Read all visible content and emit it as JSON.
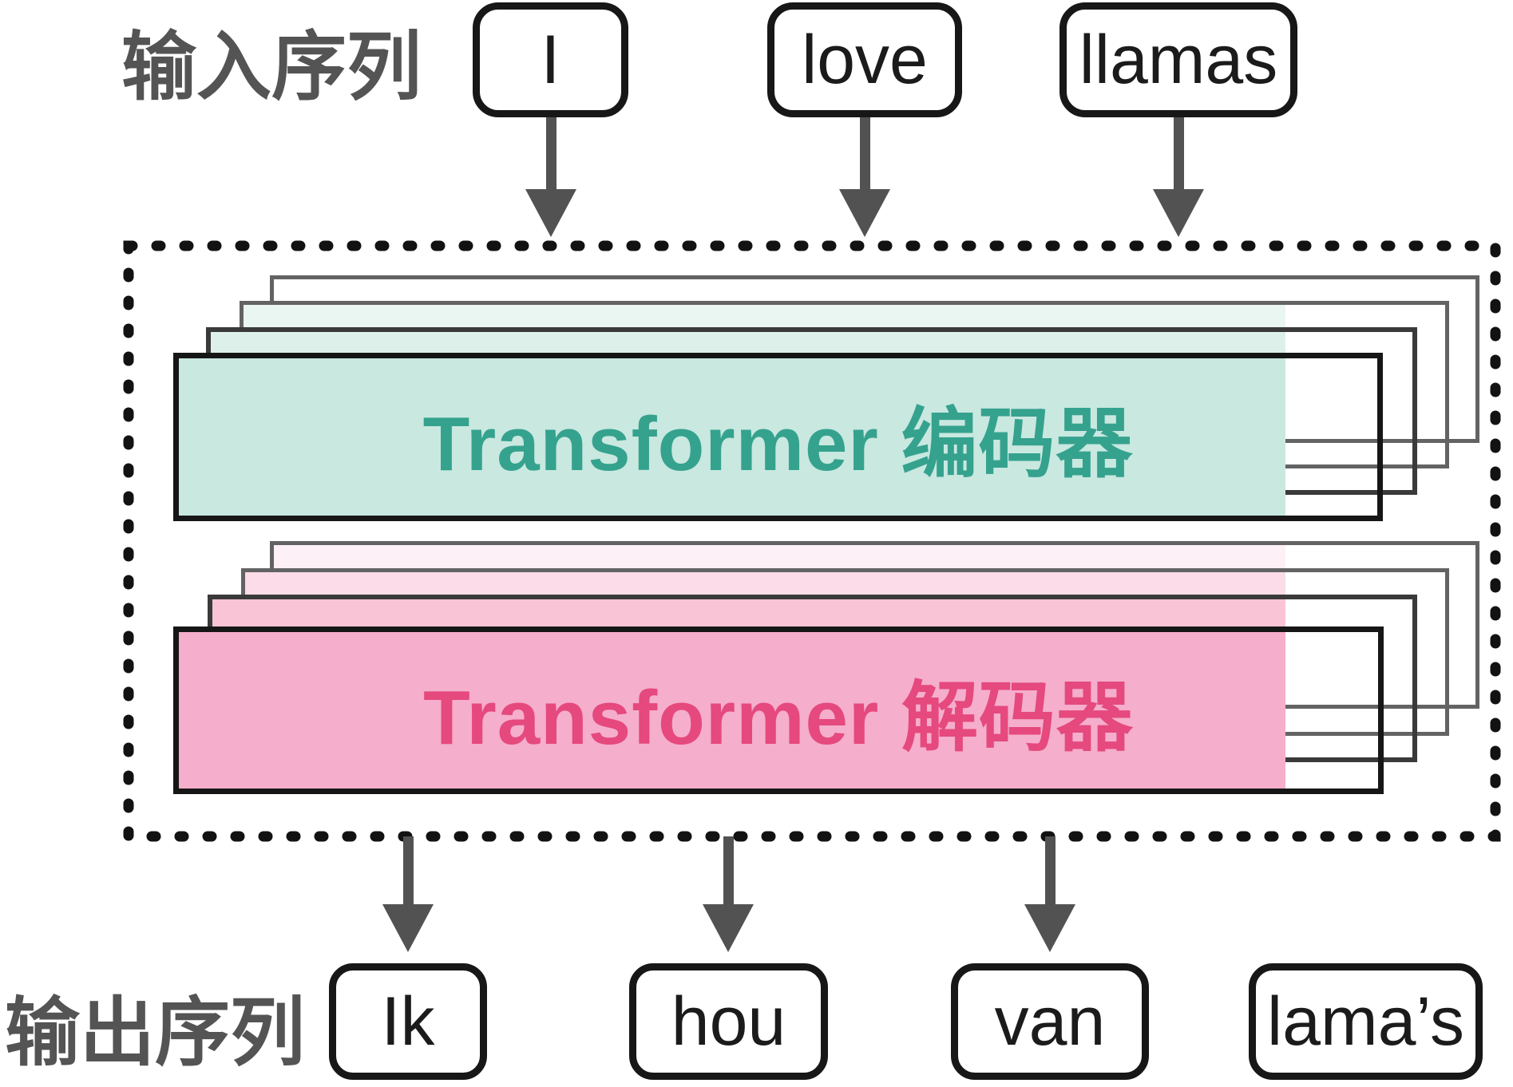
{
  "diagram": {
    "input_label": "输入序列",
    "output_label": "输出序列",
    "input_tokens": [
      "I",
      "love",
      "llamas"
    ],
    "output_tokens": [
      "Ik",
      "hou",
      "van",
      "lama’s"
    ],
    "encoder_label": "Transformer 编码器",
    "decoder_label": "Transformer 解码器",
    "colors": {
      "encoder_fill": "#c8e8e0",
      "encoder_text": "#35a28e",
      "decoder_fill": "#f5aecb",
      "decoder_text": "#e5497e",
      "arrow": "#525252",
      "label_gray": "#545454",
      "box_border": "#171717"
    }
  }
}
